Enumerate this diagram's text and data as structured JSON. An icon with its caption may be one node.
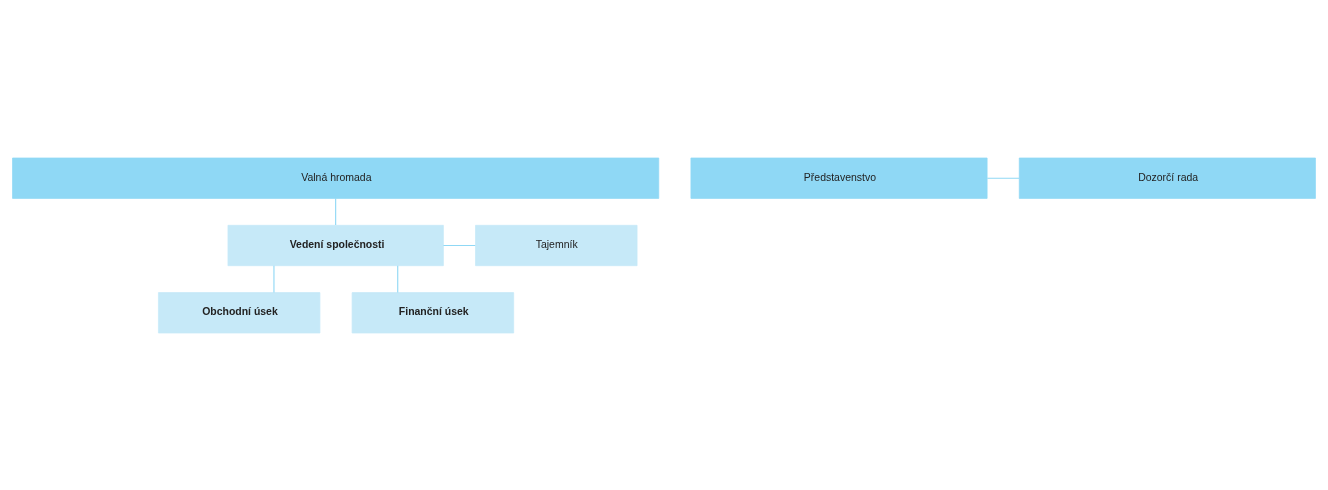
{
  "diagram": {
    "nodes": [
      {
        "text": [
          "Valná hromada"
        ]
      },
      {
        "text": [
          "Představenstvo"
        ]
      },
      {
        "text": [
          "Dozorčí rada"
        ]
      },
      {
        "text": [
          "Vedení společnosti"
        ]
      },
      {
        "text": [
          "Tajemník"
        ]
      },
      {
        "text": [
          "Obchodní úsek"
        ]
      },
      {
        "text": [
          "Finanční úsek"
        ]
      }
    ],
    "edges": [
      {
        "from": 0,
        "to": 3,
        "arrow": "none"
      },
      {
        "from": 1,
        "to": 2,
        "arrow": "none"
      },
      {
        "from": 3,
        "to": 4,
        "arrow": "none"
      },
      {
        "from": 3,
        "to": 5,
        "arrow": "none"
      },
      {
        "from": 3,
        "to": 6,
        "arrow": "none"
      }
    ]
  }
}
